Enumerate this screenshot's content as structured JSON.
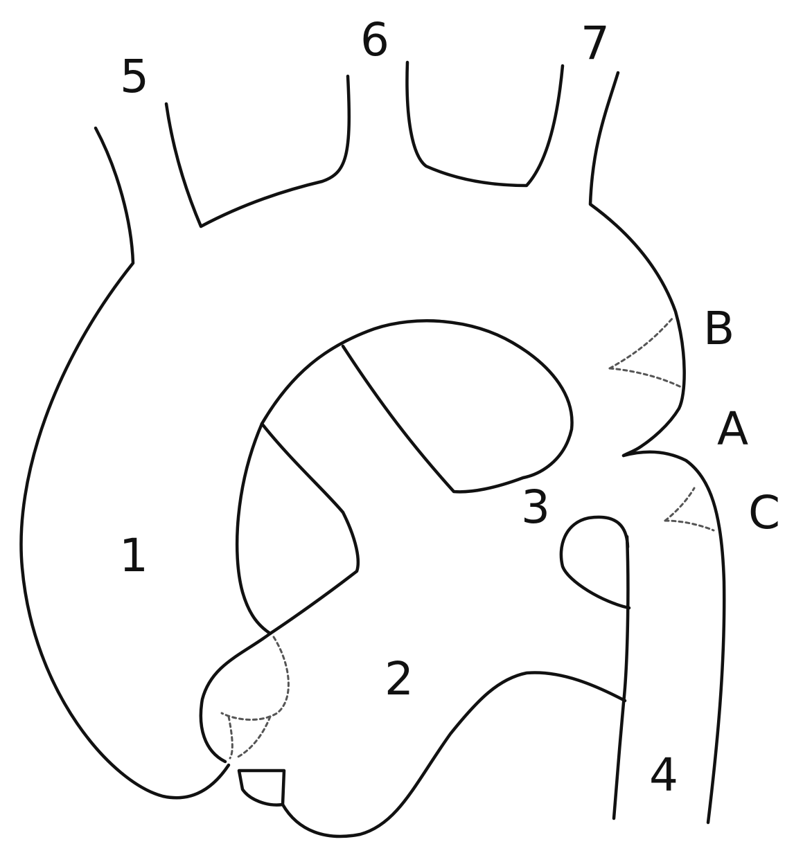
{
  "labels": {
    "n1": "1",
    "n2": "2",
    "n3": "3",
    "n4": "4",
    "n5": "5",
    "n6": "6",
    "n7": "7",
    "a": "A",
    "b": "B",
    "c": "C"
  },
  "colors": {
    "stroke": "#111111",
    "dotted": "#555555",
    "background": "#ffffff"
  }
}
